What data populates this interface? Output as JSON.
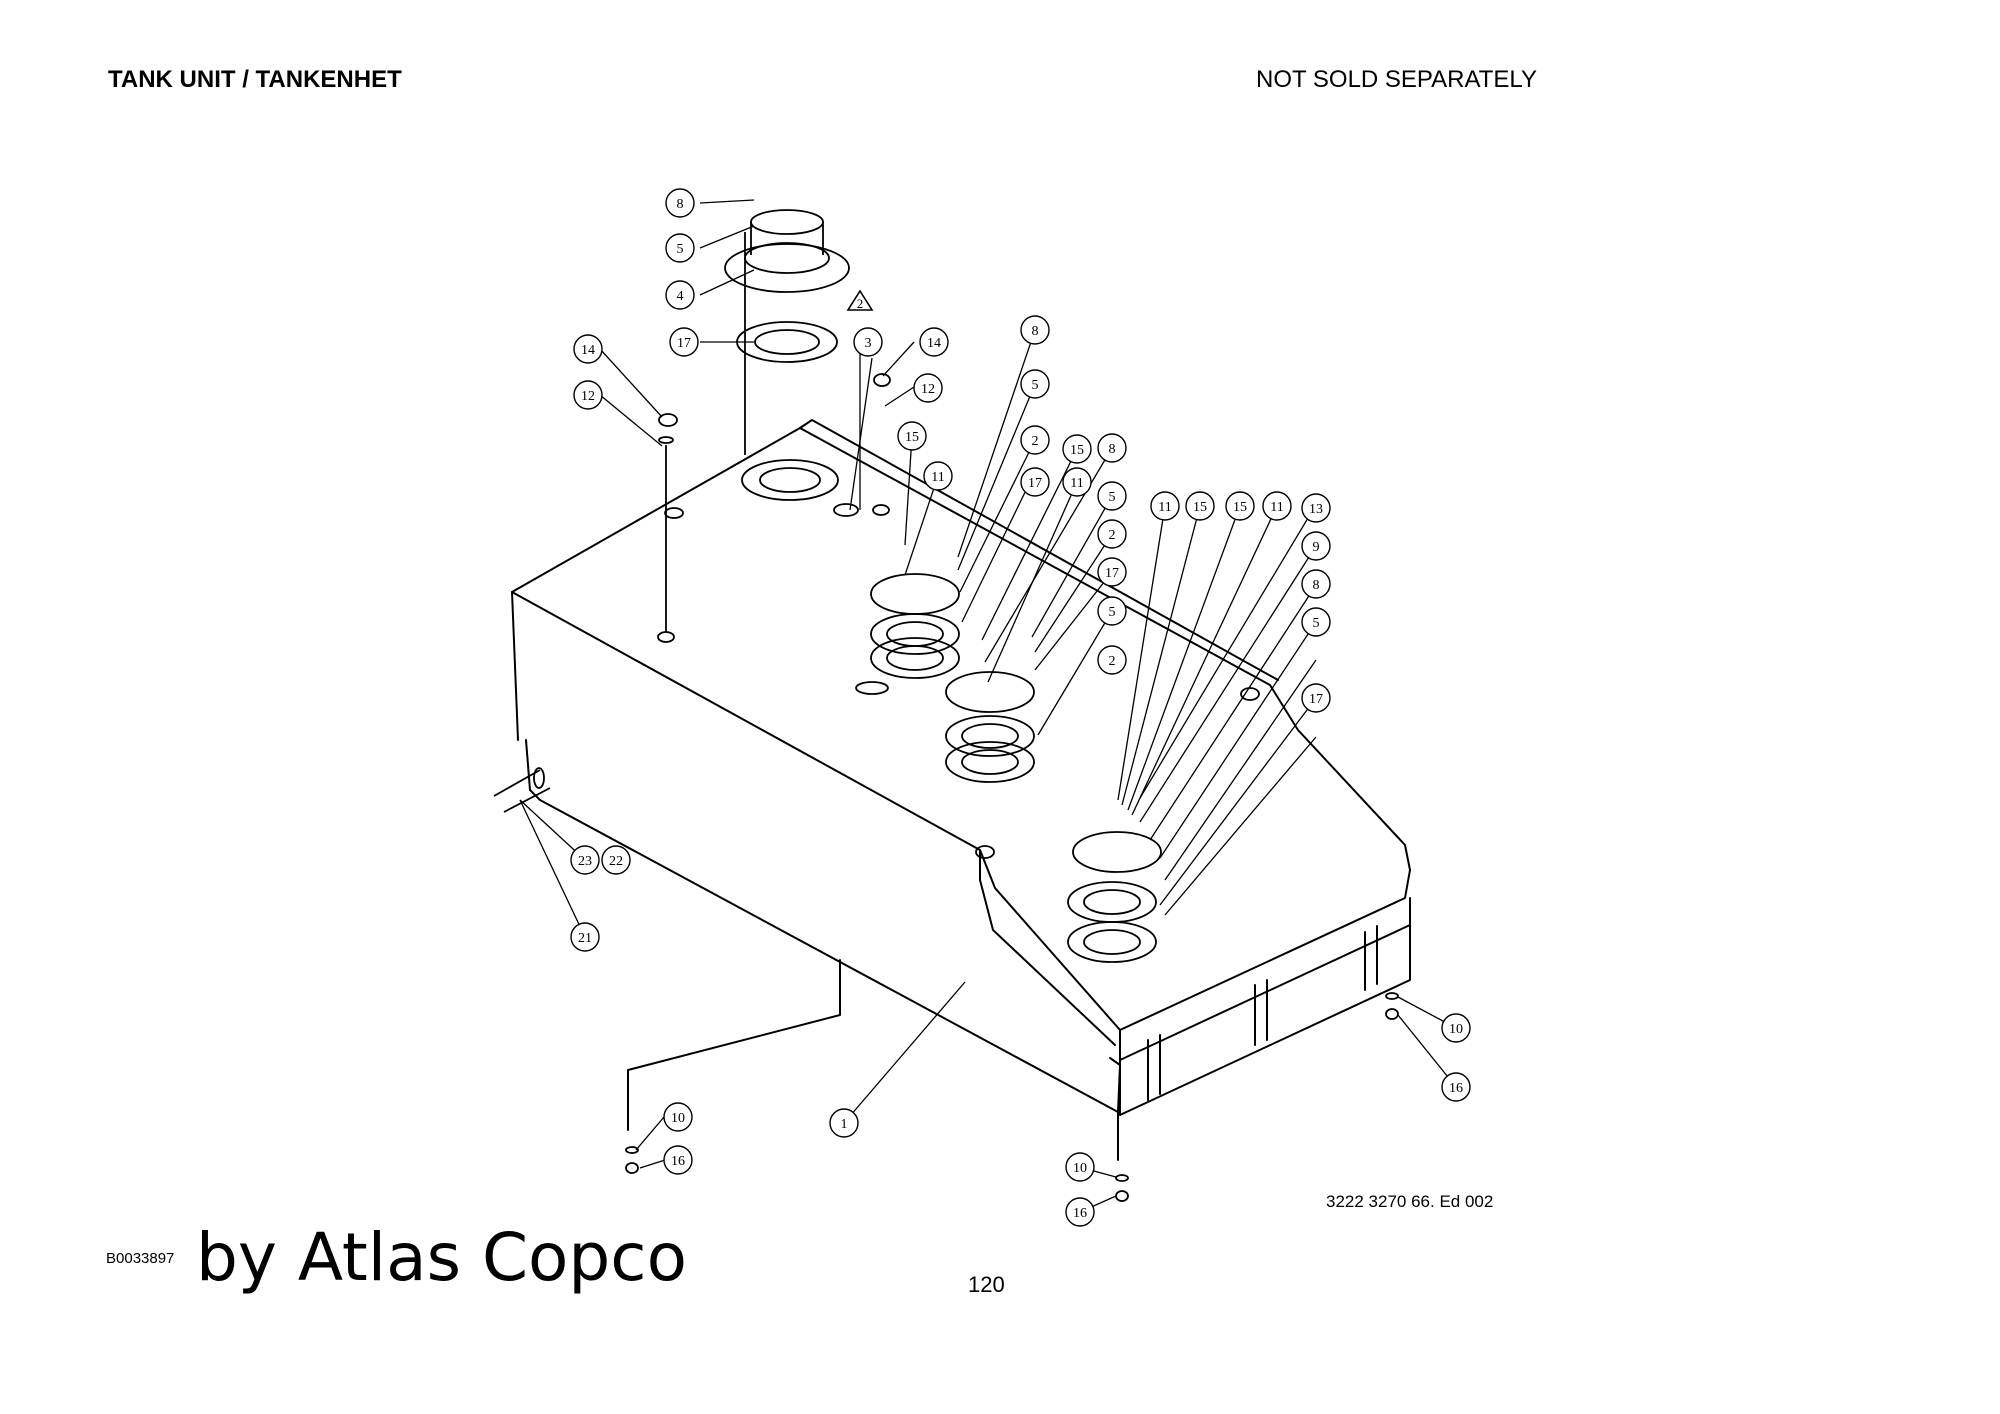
{
  "header": {
    "title": "TANK UNIT / TANKENHET",
    "note": "NOT SOLD SEPARATELY"
  },
  "drawing": {
    "revision_mark": "2",
    "callouts": [
      "1",
      "2",
      "2",
      "2",
      "3",
      "4",
      "5",
      "5",
      "5",
      "5",
      "5",
      "8",
      "8",
      "8",
      "8",
      "9",
      "10",
      "10",
      "10",
      "11",
      "11",
      "11",
      "11",
      "12",
      "12",
      "13",
      "14",
      "14",
      "15",
      "15",
      "15",
      "15",
      "16",
      "16",
      "16",
      "17",
      "17",
      "17",
      "17",
      "21",
      "22",
      "23"
    ]
  },
  "footer": {
    "reference": "3222 3270 66. Ed 002",
    "image_code": "B0033897",
    "brand": "by Atlas Copco",
    "page_number": "120"
  },
  "colors": {
    "line": "#000000",
    "background": "#ffffff"
  }
}
